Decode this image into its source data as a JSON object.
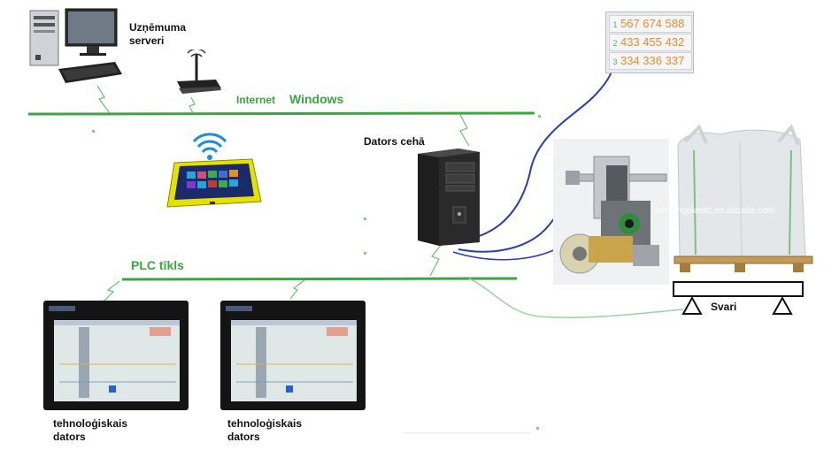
{
  "labels": {
    "servers": [
      "Uzņēmuma",
      "serveri"
    ],
    "internet": "Internet",
    "windows": "Windows",
    "shop_pc": "Dators cehā",
    "plc_network": "PLC tīkls",
    "scales": "Svari",
    "tech_pc_1": [
      "tehnoloģiskais",
      "dators"
    ],
    "tech_pc_2": [
      "tehnoloģiskais",
      "dators"
    ],
    "watermark": "luoyangplastic.en.alibaba.com"
  },
  "number_list": [
    {
      "index": "1",
      "value": "567 674 588"
    },
    {
      "index": "2",
      "value": "433 455 432"
    },
    {
      "index": "3",
      "value": "334 336 337"
    }
  ],
  "colors": {
    "network_line": "#3aa63f",
    "cable_blue": "#2a3fb0",
    "numbers": "#f08a2a"
  }
}
